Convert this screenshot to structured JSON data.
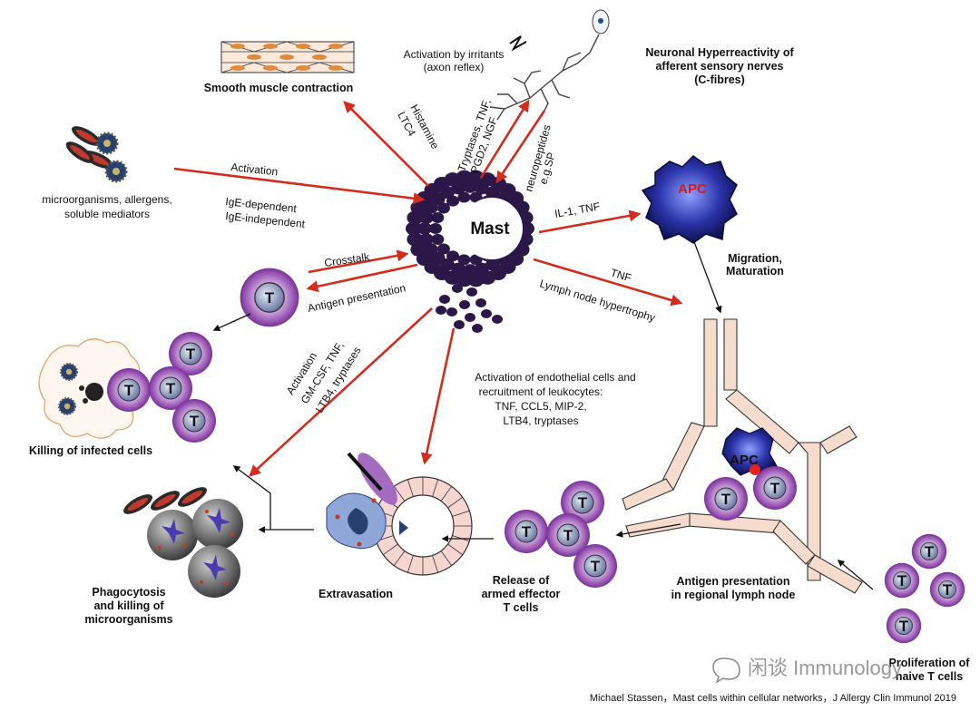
{
  "mast_label": "Mast",
  "apc_label": "APC",
  "tcell_label": "T",
  "nodes": {
    "smooth_muscle": "Smooth muscle contraction",
    "neuronal_1": "Neuronal Hyperreactivity of",
    "neuronal_2": "afferent sensory nerves",
    "neuronal_3": "(C-fibres)",
    "irritants_1": "Activation by irritants",
    "irritants_2": "(axon reflex)",
    "microbes_1": "microorganisms, allergens,",
    "microbes_2": "soluble mediators",
    "migration_1": "Migration,",
    "migration_2": "Maturation",
    "killing": "Killing of infected cells",
    "phago_1": "Phagocytosis",
    "phago_2": "and killing of",
    "phago_3": "microorganisms",
    "extravasation": "Extravasation",
    "release_1": "Release of",
    "release_2": "armed effector",
    "release_3": "T cells",
    "antigen_node_1": "Antigen presentation",
    "antigen_node_2": "in regional lymph node",
    "naive_1": "Proliferation of",
    "naive_2": "naive T cells"
  },
  "arrows": {
    "histamine_1": "Histamine",
    "histamine_2": "LTC4",
    "tryptases_1": "Tryptases, TNF,",
    "tryptases_2": "PGD2, NGF",
    "neuropeptides_1": "neuropeptides",
    "neuropeptides_2": "e.g.SP",
    "activation": "Activation",
    "ige_1": "IgE-dependent",
    "ige_2": "IgE-independent",
    "il1": "IL-1, TNF",
    "crosstalk": "Crosstalk",
    "antigen_pres": "Antigen presentation",
    "tnf": "TNF",
    "lymph": "Lymph node hypertrophy",
    "gmcsf_1": "Activation",
    "gmcsf_2": "GM-CSF, TNF,",
    "gmcsf_3": "LTB4, tryptases",
    "endo_1": "Activation of endothelial cells and",
    "endo_2": "recruitment of leukocytes:",
    "endo_3": "TNF, CCL5, MIP-2,",
    "endo_4": "LTB4, tryptases"
  },
  "credit": "Michael Stassen，Mast cells within cellular networks，J Allergy Clin Immunol 2019",
  "watermark": "闲谈 Immunology",
  "colors": {
    "arrow": "#d42b1c",
    "mast": "#2b1848",
    "tcell": "#8b3fa8",
    "apc": "#1a1f6b",
    "apc_label": "#d41a1a"
  }
}
